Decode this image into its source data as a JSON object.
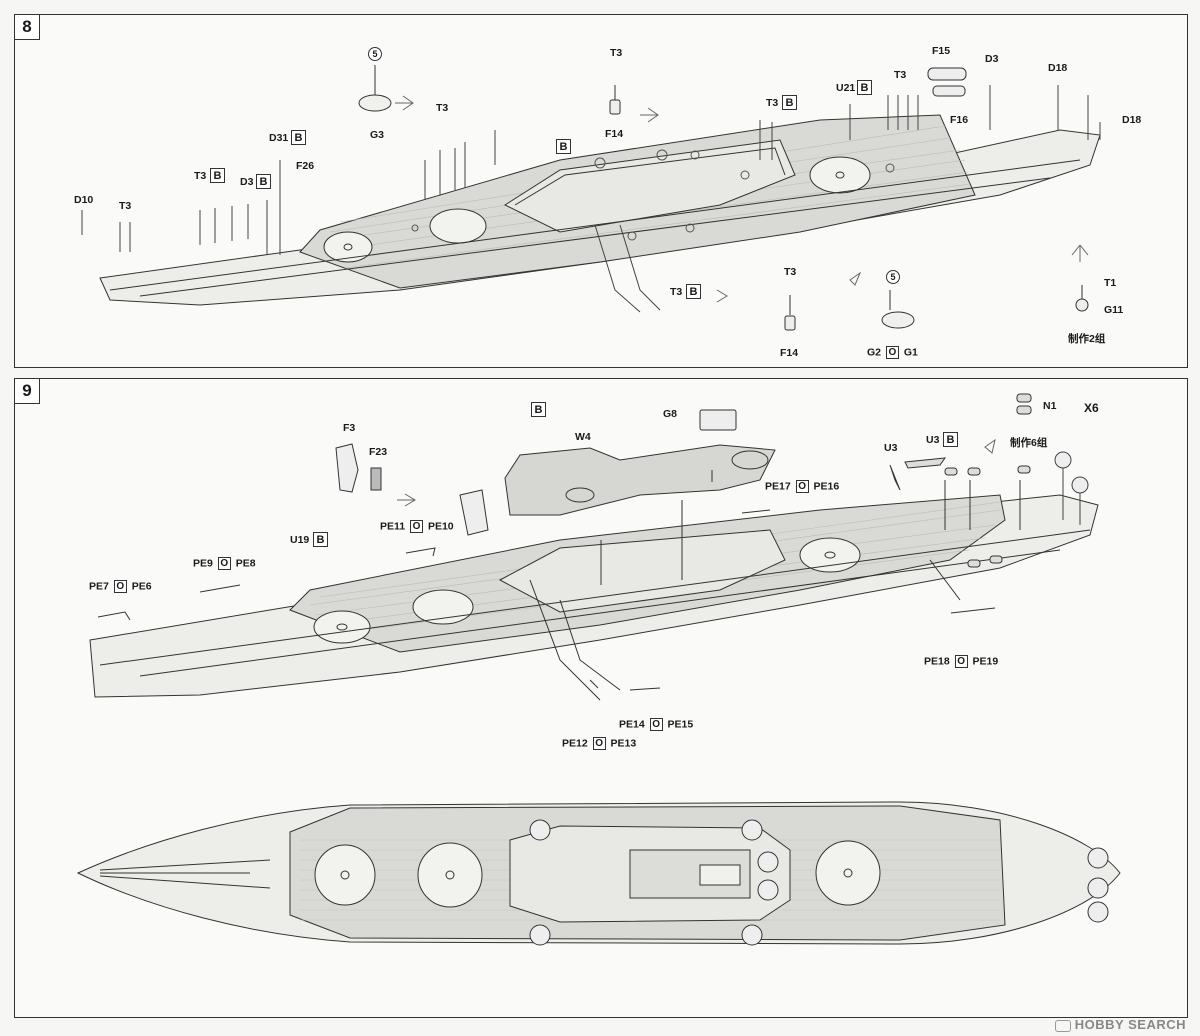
{
  "step8": {
    "number": "8",
    "labels": {
      "d10": "D10",
      "t3_bow": "T3",
      "t3_b1": "T3",
      "b1": "B",
      "d3_b": "D3",
      "b2": "B",
      "d31": "D31",
      "b3": "B",
      "f26": "F26",
      "g3": "G3",
      "five_top": "5",
      "t3_mid": "T3",
      "b_box": "B",
      "t3_top": "T3",
      "f14_top": "F14",
      "t3_right": "T3",
      "b4": "B",
      "u21": "U21",
      "b5": "B",
      "t3_far": "T3",
      "f15": "F15",
      "f16": "F16",
      "d3_top": "D3",
      "d18_top": "D18",
      "d18_right": "D18",
      "t3_bottom": "T3",
      "b6": "B",
      "t3_lower": "T3",
      "f14_lower": "F14",
      "five_lower": "5",
      "g2": "G2",
      "o_g": "O",
      "g1": "G1",
      "t1": "T1",
      "g11": "G11",
      "make2": "制作2组"
    }
  },
  "step9": {
    "number": "9",
    "labels": {
      "f3": "F3",
      "f23": "F23",
      "w4": "W4",
      "b_box": "B",
      "g8": "G8",
      "n1": "N1",
      "x6": "X6",
      "u3": "U3",
      "u3_b": "U3",
      "b7": "B",
      "make6": "制作6组",
      "pe17": "PE17",
      "o1": "O",
      "pe16": "PE16",
      "pe11": "PE11",
      "o2": "O",
      "pe10": "PE10",
      "u19": "U19",
      "b8": "B",
      "pe9": "PE9",
      "o3": "O",
      "pe8": "PE8",
      "pe7": "PE7",
      "o4": "O",
      "pe6": "PE6",
      "pe18": "PE18",
      "o5": "O",
      "pe19": "PE19",
      "pe14": "PE14",
      "o6": "O",
      "pe15": "PE15",
      "pe12": "PE12",
      "o7": "O",
      "pe13": "PE13"
    }
  },
  "watermark": "HOBBY SEARCH"
}
